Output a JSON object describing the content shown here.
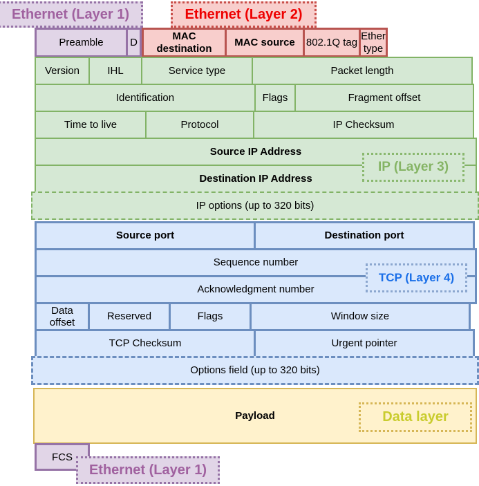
{
  "layer_labels": {
    "ethernet_layer1_top": "Ethernet (Layer 1)",
    "ethernet_layer2": "Ethernet (Layer 2)",
    "ip_layer3": "IP (Layer 3)",
    "tcp_layer4": "TCP (Layer 4)",
    "data_layer": "Data layer",
    "ethernet_layer1_bottom": "Ethernet (Layer 1)"
  },
  "ethernet": {
    "preamble": "Preamble",
    "sfd": "D",
    "mac_destination": "MAC destination",
    "mac_source": "MAC source",
    "dot1q_tag": "802.1Q tag",
    "ether_type": "Ether type",
    "fcs": "FCS"
  },
  "ip": {
    "version": "Version",
    "ihl": "IHL",
    "service_type": "Service type",
    "packet_length": "Packet length",
    "identification": "Identification",
    "flags": "Flags",
    "fragment_offset": "Fragment offset",
    "time_to_live": "Time to live",
    "protocol": "Protocol",
    "checksum": "IP Checksum",
    "source_ip": "Source IP Address",
    "destination_ip": "Destination IP Address",
    "options": "IP options (up to 320 bits)"
  },
  "tcp": {
    "source_port": "Source port",
    "destination_port": "Destination port",
    "sequence_number": "Sequence number",
    "acknowledgment_number": "Acknowledgment number",
    "data_offset": "Data offset",
    "reserved": "Reserved",
    "flags": "Flags",
    "window_size": "Window size",
    "checksum": "TCP Checksum",
    "urgent_pointer": "Urgent pointer",
    "options": "Options field (up to 320 bits)"
  },
  "payload": {
    "label": "Payload"
  },
  "colors": {
    "purple_fill": "#e1d5e7",
    "purple_stroke": "#9673a6",
    "purple_text": "#a0619f",
    "red_fill": "#f8cecc",
    "red_stroke": "#b85450",
    "red_text": "#ee0000",
    "green_fill": "#d5e8d4",
    "green_stroke": "#82b366",
    "green_text": "#85b465",
    "blue_fill": "#dae8fc",
    "blue_stroke": "#6c8ebf",
    "blue_text": "#1a6fe8",
    "yellow_fill": "#fff2cc",
    "yellow_stroke": "#d6b656",
    "yellow_text": "#c9cc2e"
  }
}
